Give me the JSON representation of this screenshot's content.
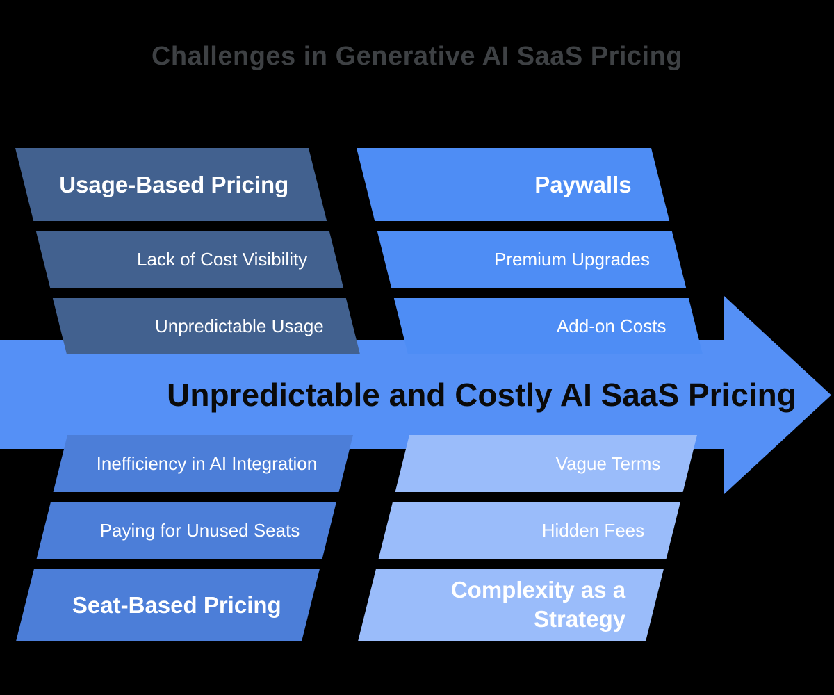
{
  "title": "Challenges in Generative AI SaaS Pricing",
  "arrow": {
    "label": "Unpredictable and Costly AI SaaS Pricing"
  },
  "columns": [
    {
      "position": "top-left",
      "header": "Usage-Based Pricing",
      "items": [
        "Lack of Cost Visibility",
        "Unpredictable Usage"
      ]
    },
    {
      "position": "top-right",
      "header": "Paywalls",
      "items": [
        "Premium Upgrades",
        "Add-on Costs"
      ]
    },
    {
      "position": "bottom-left",
      "header": "Seat-Based Pricing",
      "items": [
        "Inefficiency in AI Integration",
        "Paying for Unused Seats"
      ]
    },
    {
      "position": "bottom-right",
      "header": "Complexity as a Strategy",
      "items": [
        "Vague Terms",
        "Hidden Fees"
      ]
    }
  ],
  "colors": {
    "background": "#000000",
    "title_text": "#3e4144",
    "spine": "#5590f6",
    "spine_label_text": "#0a0a0a",
    "top_left_bar": "#42618f",
    "top_right_bar": "#4e8df5",
    "bottom_left_bar": "#4c7ed8",
    "bottom_right_bar": "#9abcfa",
    "bar_text": "#ffffff"
  }
}
